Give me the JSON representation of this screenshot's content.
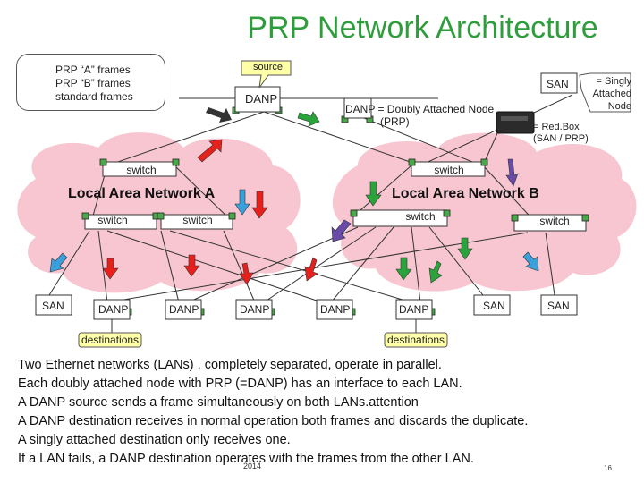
{
  "title": "PRP Network Architecture",
  "legend": {
    "items": [
      {
        "label": "PRP “A” frames",
        "color": "#e8201c"
      },
      {
        "label": "PRP “B” frames",
        "color": "#2aa33a"
      },
      {
        "label": "standard frames",
        "color": "#3aa0dc"
      }
    ]
  },
  "labels": {
    "source": "source",
    "danp_top": "DANP",
    "danp_def": "DANP = Doubly Attached Node",
    "danp_def2": "(PRP)",
    "san_top": "SAN",
    "san_def": "= Singly Attached Node",
    "redbox_def": "= Red.Box (SAN / PRP)",
    "lan_a": "Local Area Network  A",
    "lan_b": "Local Area Network B",
    "switch": "switch",
    "destinations": "destinations"
  },
  "nodes_bottom": [
    "SAN",
    "DANP",
    "DANP",
    "DANP",
    "DANP",
    "DANP",
    "SAN",
    "SAN"
  ],
  "text_lines": [
    "Two Ethernet networks (LANs) , completely separated, operate in parallel.",
    "Each doubly attached node with PRP (=DANP) has an interface to each LAN.",
    "A DANP source sends a frame simultaneously on both LANs.attention",
    "A DANP destination receives in normal operation both frames and discards the duplicate.",
    "A singly attached destination only receives one.",
    "If a LAN fails, a DANP destination operates with the frames from the other LAN."
  ],
  "footer": {
    "year": "2014",
    "page": "16"
  },
  "colors": {
    "a": "#e8201c",
    "b": "#2aa33a",
    "std": "#3aa0dc",
    "link": "#333333",
    "cloud": "#f7c6d0",
    "title": "#2e9e3c"
  }
}
